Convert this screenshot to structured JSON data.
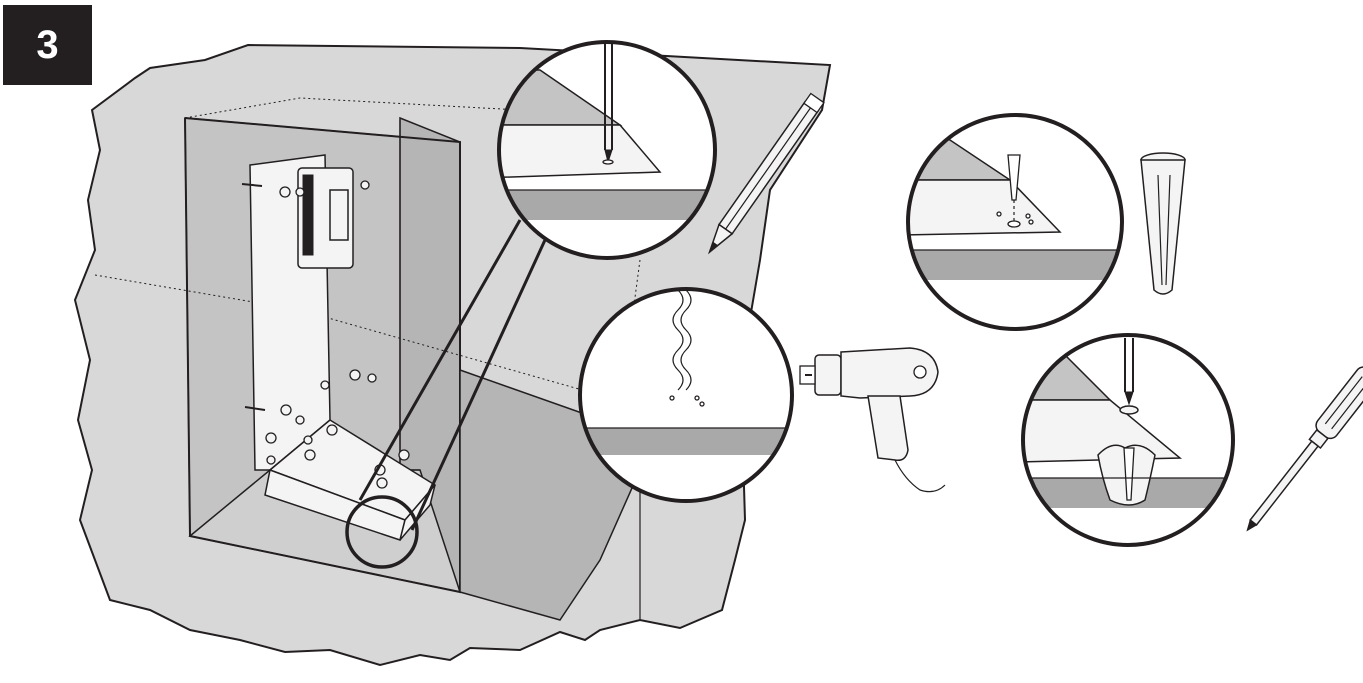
{
  "step": {
    "number": "3"
  },
  "colors": {
    "ink": "#231f20",
    "wall": "#d8d8d8",
    "cavity_back": "#c4c4c4",
    "cavity_side": "#b5b5b5",
    "cavity_floor": "#cfcfcf",
    "bracket": "#f4f4f4",
    "ledge_band": "#a9a9a9",
    "paper": "#ffffff"
  },
  "illustration": {
    "scene": "wall-cavity-with-mounting-bracket",
    "tools": [
      "pencil-icon",
      "drill-icon",
      "wall-anchor-icon",
      "screwdriver-icon"
    ],
    "detail_views": [
      "mark-hole-with-pencil",
      "drill-hole",
      "insert-wall-anchor",
      "drive-screw"
    ]
  }
}
